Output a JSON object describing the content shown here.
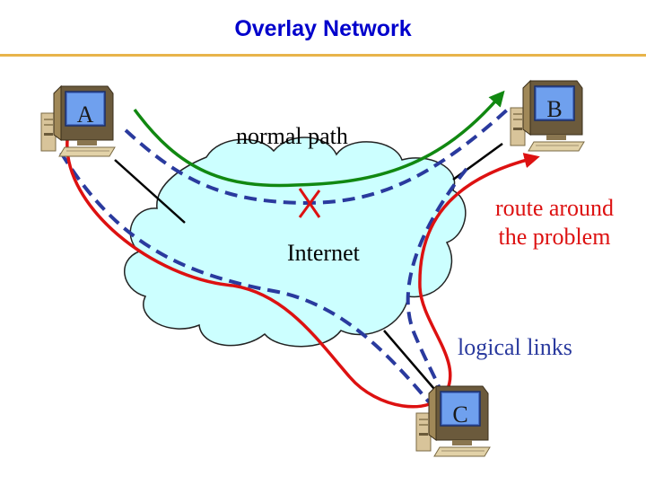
{
  "title": "Overlay Network",
  "colors": {
    "title": "#0000cc",
    "rule": "#e8b44a",
    "cloud_fill": "#ccffff",
    "normal_path": "#118811",
    "reroute_path": "#dd1111",
    "logical_link": "#2a3a9e",
    "physical_link": "#000000"
  },
  "nodes": {
    "a": "A",
    "b": "B",
    "c": "C"
  },
  "labels": {
    "normal_path": "normal path",
    "internet": "Internet",
    "route_around_1": "route around",
    "route_around_2": "the problem",
    "logical_links": "logical links"
  },
  "icons": [
    "computer-icon",
    "failure-x-icon",
    "cloud-icon"
  ]
}
